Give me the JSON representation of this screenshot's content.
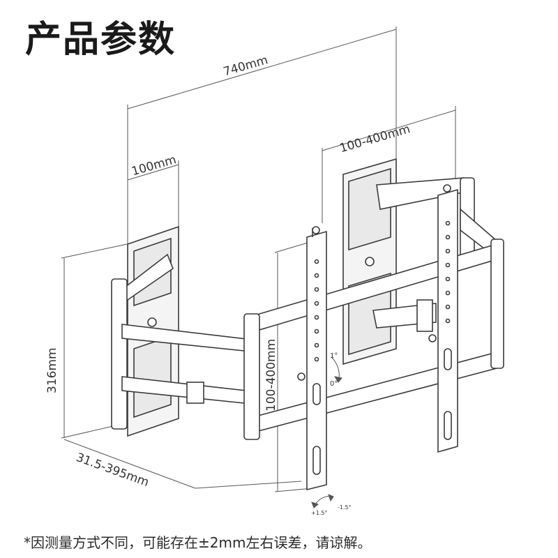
{
  "title": "产品参数",
  "dimensions": {
    "overall_width": "740mm",
    "wall_plate_spacing": "100mm",
    "top_vesa": "100-400mm",
    "height": "316mm",
    "vertical_vesa": "100-400mm",
    "extension": "31.5-395mm"
  },
  "angles": {
    "tilt_up": "1°",
    "tilt_zero": "0°",
    "rot_pos": "+1.5°",
    "rot_neg": "-1.5°"
  },
  "footnote": "*因测量方式不同，可能存在±2mm左右误差，请谅解。"
}
